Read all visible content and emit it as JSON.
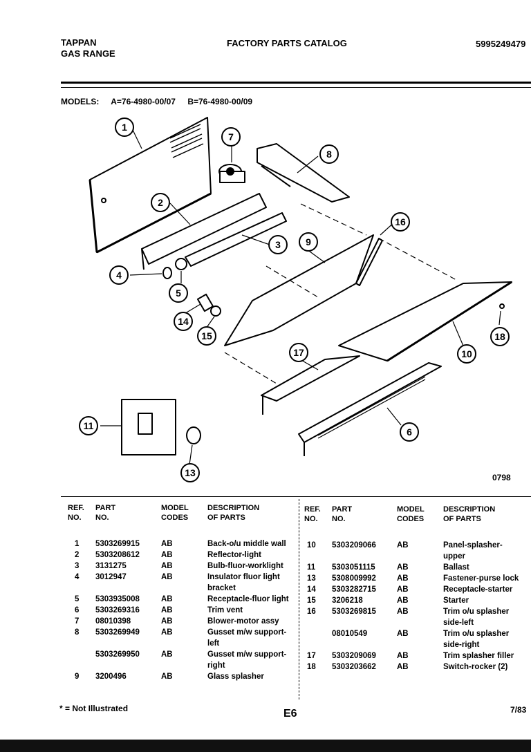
{
  "header": {
    "brand_line1": "TAPPAN",
    "brand_line2": "GAS RANGE",
    "title": "FACTORY PARTS CATALOG",
    "catalog_no": "5995249479"
  },
  "models": {
    "label": "MODELS:",
    "a": "A=76-4980-00/07",
    "b": "B=76-4980-00/09"
  },
  "figure_code": "0798",
  "diagram_callouts": [
    "1",
    "2",
    "3",
    "4",
    "5",
    "6",
    "7",
    "8",
    "9",
    "10",
    "11",
    "13",
    "14",
    "15",
    "16",
    "17",
    "18"
  ],
  "table": {
    "headers": {
      "ref": [
        "REF.",
        "NO."
      ],
      "part": [
        "PART",
        "NO."
      ],
      "model": [
        "MODEL",
        "CODES"
      ],
      "desc": [
        "DESCRIPTION",
        "OF PARTS"
      ]
    },
    "left_rows": [
      {
        "ref": "1",
        "part": "5303269915",
        "code": "AB",
        "desc": [
          "Back-o/u middle wall"
        ]
      },
      {
        "ref": "2",
        "part": "5303208612",
        "code": "AB",
        "desc": [
          "Reflector-light"
        ]
      },
      {
        "ref": "3",
        "part": "3131275",
        "code": "AB",
        "desc": [
          "Bulb-fluor-worklight"
        ]
      },
      {
        "ref": "4",
        "part": "3012947",
        "code": "AB",
        "desc": [
          "Insulator fluor light",
          "bracket"
        ]
      },
      {
        "ref": "5",
        "part": "5303935008",
        "code": "AB",
        "desc": [
          "Receptacle-fluor light"
        ]
      },
      {
        "ref": "6",
        "part": "5303269316",
        "code": "AB",
        "desc": [
          "Trim vent"
        ]
      },
      {
        "ref": "7",
        "part": "08010398",
        "code": "AB",
        "desc": [
          "Blower-motor assy"
        ]
      },
      {
        "ref": "8",
        "part": "5303269949",
        "code": "AB",
        "desc": [
          "Gusset m/w support-",
          "left"
        ]
      },
      {
        "ref": "",
        "part": "5303269950",
        "code": "AB",
        "desc": [
          "Gusset m/w support-",
          "right"
        ]
      },
      {
        "ref": "9",
        "part": "3200496",
        "code": "AB",
        "desc": [
          "Glass splasher"
        ]
      }
    ],
    "right_rows": [
      {
        "ref": "10",
        "part": "5303209066",
        "code": "AB",
        "desc": [
          "Panel-splasher-",
          "upper"
        ]
      },
      {
        "ref": "11",
        "part": "5303051115",
        "code": "AB",
        "desc": [
          "Ballast"
        ]
      },
      {
        "ref": "13",
        "part": "5308009992",
        "code": "AB",
        "desc": [
          "Fastener-purse lock"
        ]
      },
      {
        "ref": "14",
        "part": "5303282715",
        "code": "AB",
        "desc": [
          "Receptacle-starter"
        ]
      },
      {
        "ref": "15",
        "part": "3206218",
        "code": "AB",
        "desc": [
          "Starter"
        ]
      },
      {
        "ref": "16",
        "part": "5303269815",
        "code": "AB",
        "desc": [
          "Trim o/u splasher",
          "side-left"
        ]
      },
      {
        "ref": "",
        "part": "08010549",
        "code": "AB",
        "desc": [
          "Trim o/u splasher",
          "side-right"
        ]
      },
      {
        "ref": "17",
        "part": "5303209069",
        "code": "AB",
        "desc": [
          "Trim splasher filler"
        ]
      },
      {
        "ref": "18",
        "part": "5303203662",
        "code": "AB",
        "desc": [
          "Switch-rocker (2)"
        ]
      }
    ]
  },
  "footer": {
    "note": "* = Not Illustrated",
    "page": "E6",
    "date": "7/83"
  }
}
